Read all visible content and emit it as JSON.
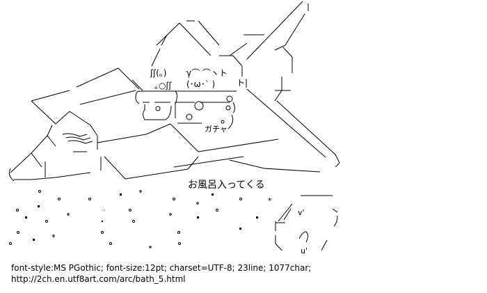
{
  "art": {
    "caption": "お風呂入ってくる",
    "sound_effect": "ガチャ",
    "steam_top": "ʃʃ(｡)",
    "steam_bottom": "｡○ʃʃ",
    "face_top": "γ⌒ ⌒ヽト",
    "face": "(･ω･` )",
    "tub_mark": "ト|",
    "asterisk": "*",
    "moon_mouth": "u'",
    "moon_eye": "v'"
  },
  "footer": {
    "meta_line": "font-style:MS PGothic; font-size:12pt; charset=UTF-8; 23line; 1077char;",
    "url": "http://2ch.en.utf8art.com/arc/bath_5.html"
  },
  "colors": {
    "background": "#ffffff",
    "ink": "#000000"
  }
}
